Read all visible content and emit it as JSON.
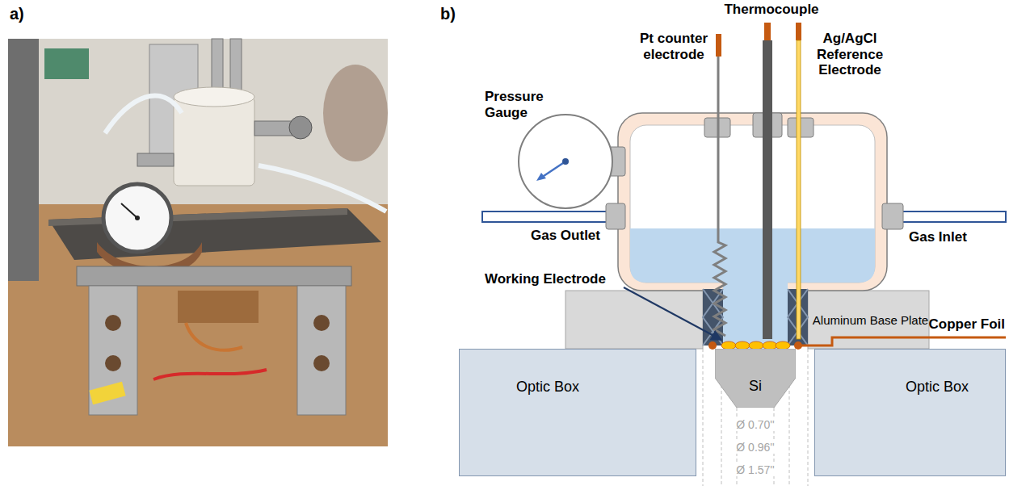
{
  "diagram": {
    "nodes": [
      {
        "text": [
          "Pressure Gauge"
        ]
      },
      {
        "text": [
          "Aluminum Base Plate"
        ]
      },
      {
        "text": [
          "Optic Box"
        ]
      },
      {
        "text": [
          "Si"
        ]
      },
      {
        "text": [
          "Optic Box"
        ]
      }
    ],
    "labels": [
      "a)",
      "b)",
      "Thermocouple",
      "Pt counter electrode",
      "Ag/AgCl Reference Electrode",
      "Gas Outlet",
      "Gas Inlet",
      "Working Electrode",
      "Copper Foil",
      "Ø 0.70''",
      "Ø 0.96''",
      "Ø 1.57''"
    ]
  }
}
